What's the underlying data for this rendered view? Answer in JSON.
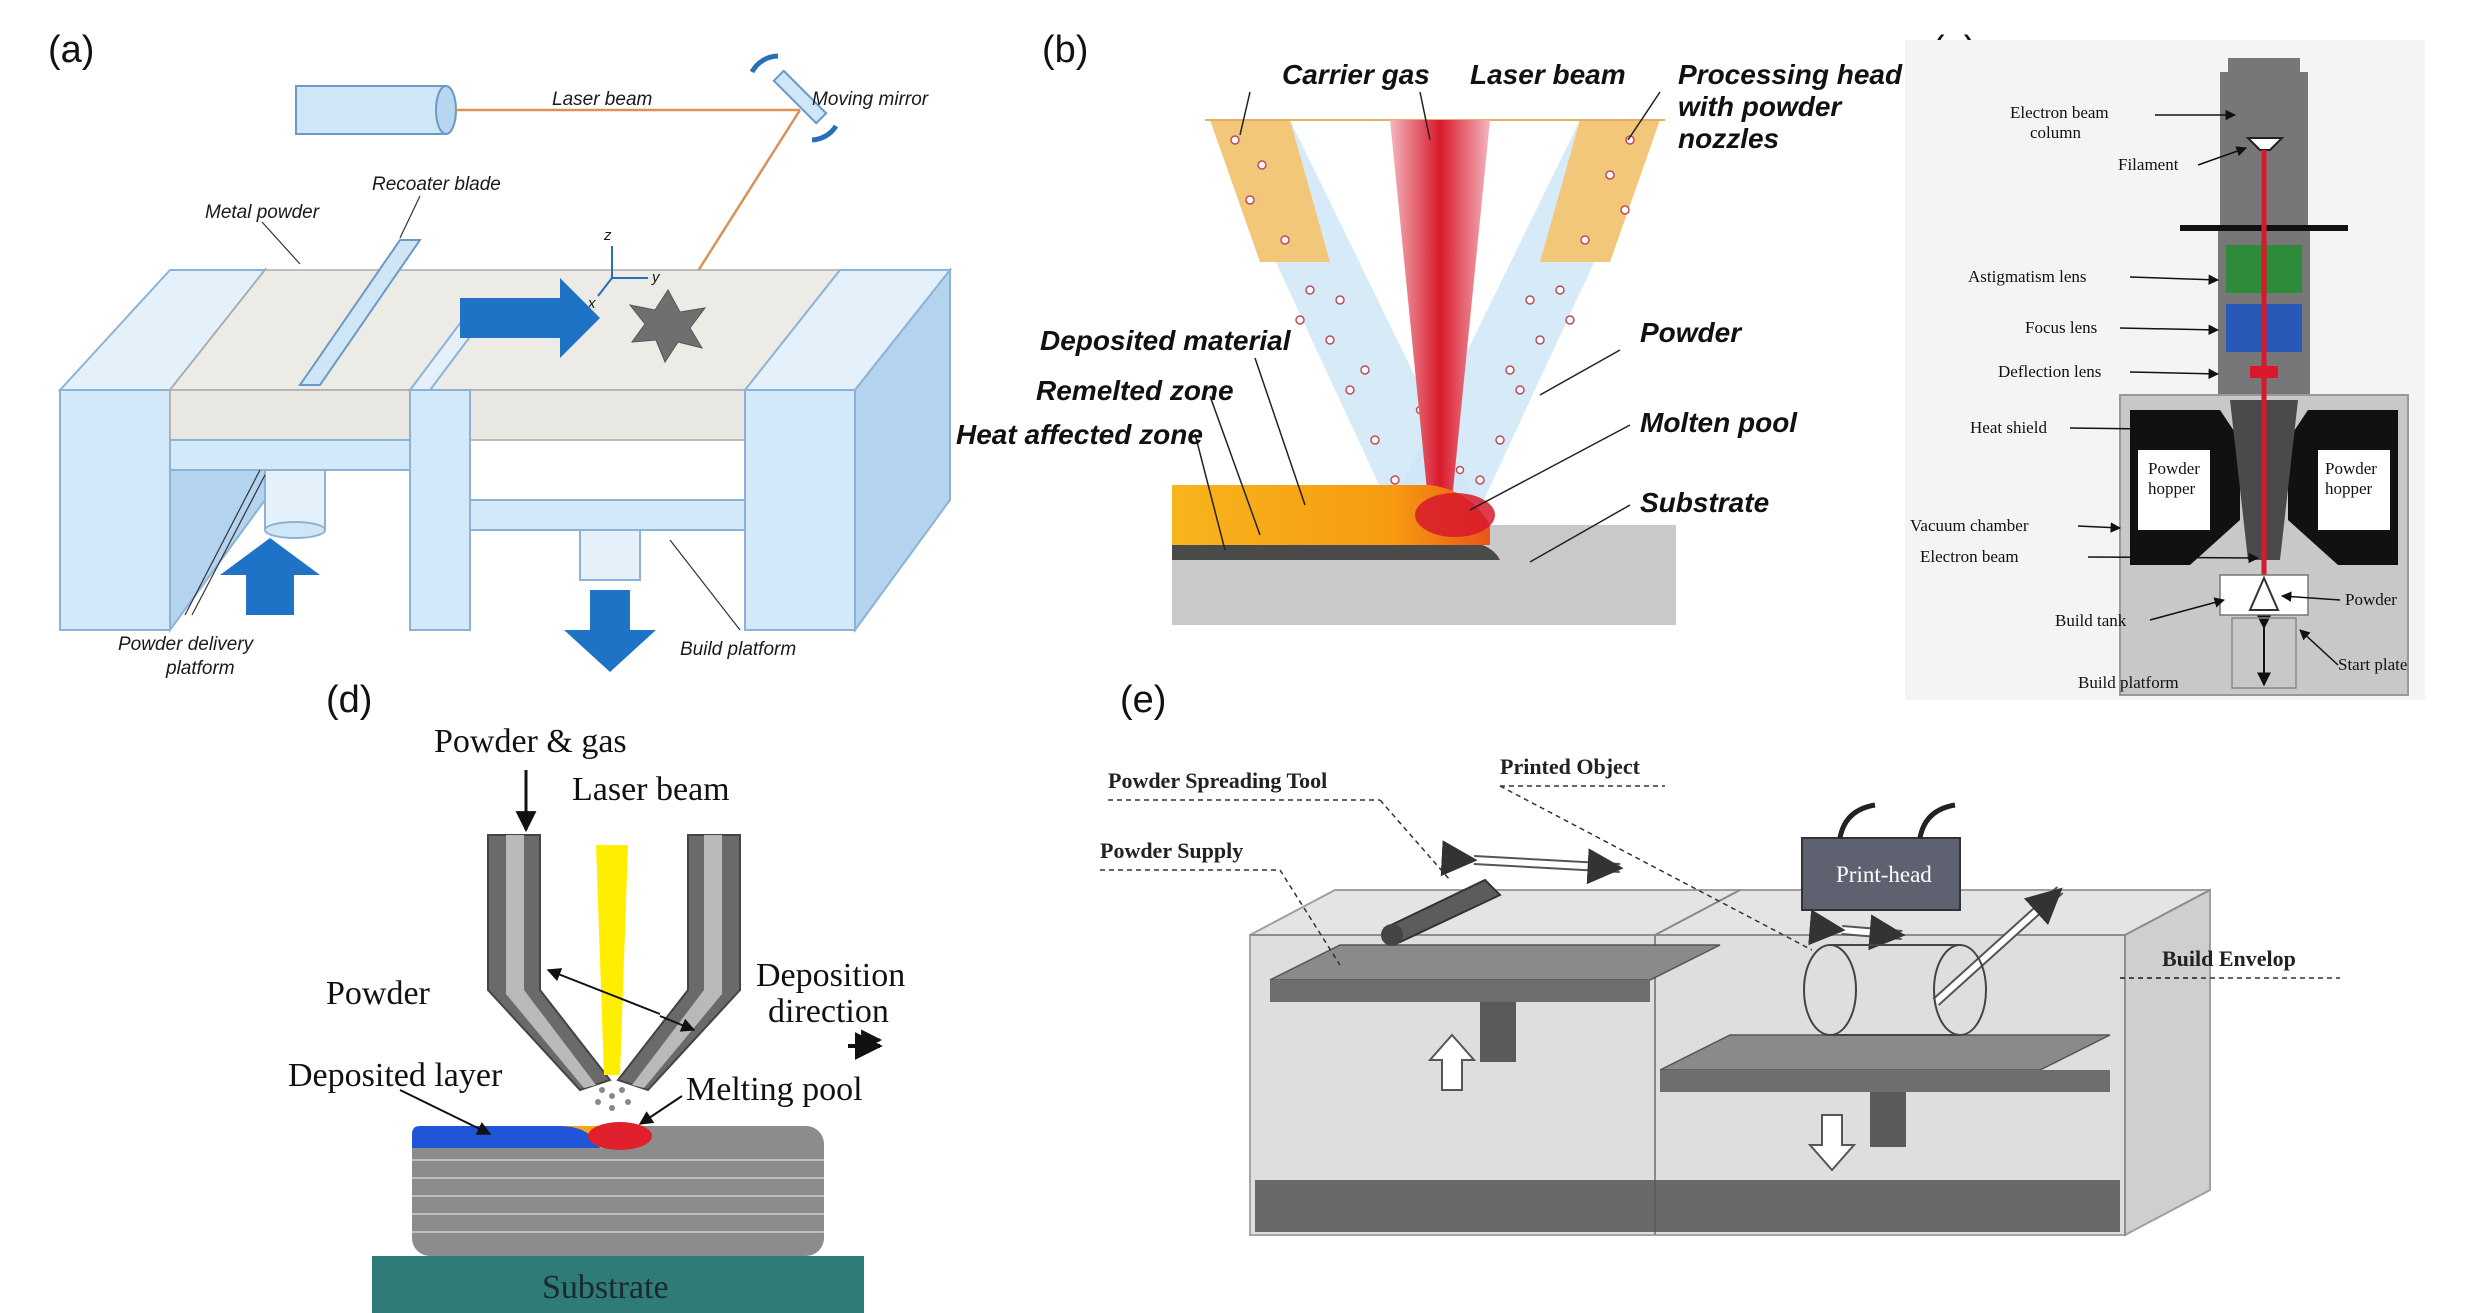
{
  "panels": {
    "a": {
      "tag": "(a)",
      "labels": {
        "laser_beam": "Laser beam",
        "moving_mirror": "Moving mirror",
        "metal_powder": "Metal powder",
        "recoater_blade": "Recoater blade",
        "powder_delivery_line1": "Powder delivery",
        "powder_delivery_line2": "platform",
        "build_platform": "Build platform",
        "axis_x": "x",
        "axis_y": "y",
        "axis_z": "z"
      }
    },
    "b": {
      "tag": "(b)",
      "labels": {
        "carrier_gas": "Carrier gas",
        "laser_beam": "Laser beam",
        "processing_head_line1": "Processing head",
        "processing_head_line2": "with powder",
        "processing_head_line3": "nozzles",
        "deposited_material": "Deposited material",
        "remelted_zone": "Remelted zone",
        "heat_affected_zone": "Heat affected zone",
        "powder": "Powder",
        "molten_pool": "Molten pool",
        "substrate": "Substrate"
      }
    },
    "c": {
      "tag": "(c)",
      "labels": {
        "electron_beam_column_line1": "Electron beam",
        "electron_beam_column_line2": "column",
        "filament": "Filament",
        "astigmatism_lens": "Astigmatism lens",
        "focus_lens": "Focus lens",
        "deflection_lens": "Deflection lens",
        "heat_shield": "Heat shield",
        "powder_hopper_left_line1": "Powder",
        "powder_hopper_left_line2": "hopper",
        "powder_hopper_right_line1": "Powder",
        "powder_hopper_right_line2": "hopper",
        "vacuum_chamber": "Vacuum chamber",
        "electron_beam": "Electron beam",
        "powder": "Powder",
        "build_tank": "Build tank",
        "start_plate": "Start plate",
        "build_platform": "Build platform"
      }
    },
    "d": {
      "tag": "(d)",
      "labels": {
        "powder_gas": "Powder & gas",
        "laser_beam": "Laser beam",
        "powder": "Powder",
        "deposition_line1": "Deposition",
        "deposition_line2": "direction",
        "deposited_layer": "Deposited layer",
        "melting_pool": "Melting pool",
        "substrate": "Substrate"
      }
    },
    "e": {
      "tag": "(e)",
      "labels": {
        "powder_spreading_tool": "Powder Spreading Tool",
        "printed_object": "Printed Object",
        "powder_supply": "Powder Supply",
        "print_head": "Print-head",
        "build_envelop": "Build Envelop"
      }
    }
  },
  "colors": {
    "laser_red": "#d8192b",
    "laser_yellow": "#ffee00",
    "ice_blue": "#cfe6f7",
    "arrow_blue": "#1f73c7",
    "nozzle_gold": "#f2c77a",
    "deposit_orange": "#f7a416",
    "substrate_teal": "#2f7b78",
    "lens_green": "#2e8b3a",
    "lens_blue": "#2a58b6"
  }
}
